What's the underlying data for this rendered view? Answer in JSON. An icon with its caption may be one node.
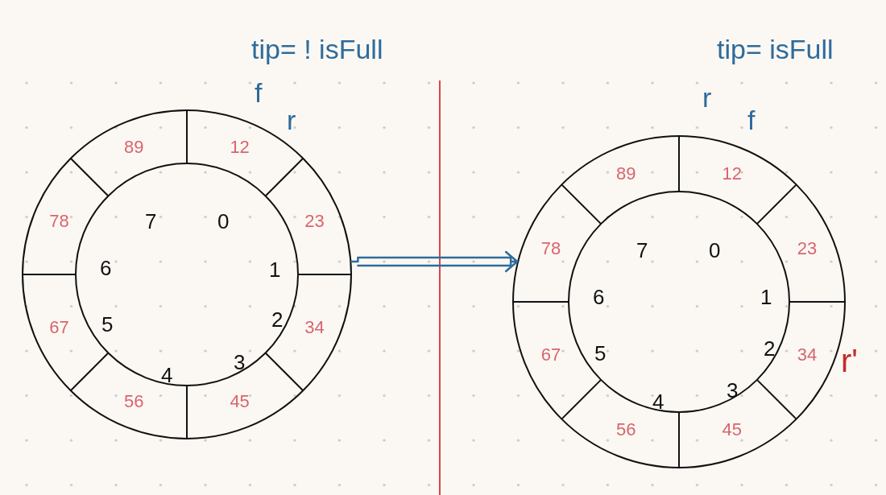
{
  "diagram": {
    "nodes": [
      {
        "text": [],
        "shape": "circle"
      },
      {
        "text": [
          "12"
        ],
        "in": 0
      },
      {
        "text": [
          "23"
        ],
        "in": 0
      },
      {
        "text": [
          "34"
        ],
        "in": 0
      },
      {
        "text": [
          "45"
        ],
        "in": 0
      },
      {
        "text": [
          "56"
        ],
        "in": 0
      },
      {
        "text": [
          "67"
        ],
        "in": 0
      },
      {
        "text": [
          "78"
        ],
        "in": 0
      },
      {
        "text": [
          "89"
        ],
        "in": 0
      },
      {
        "text": [],
        "shape": "circle"
      },
      {
        "text": [
          "12"
        ],
        "in": 9
      },
      {
        "text": [
          "23"
        ],
        "in": 9
      },
      {
        "text": [
          "34"
        ],
        "in": 9
      },
      {
        "text": [
          "45"
        ],
        "in": 9
      },
      {
        "text": [
          "56"
        ],
        "in": 9
      },
      {
        "text": [
          "67"
        ],
        "in": 9
      },
      {
        "text": [
          "78"
        ],
        "in": 9
      },
      {
        "text": [
          "89"
        ],
        "in": 9
      }
    ],
    "edges": [
      {
        "from": 0,
        "to": 9,
        "arrow": "to"
      }
    ],
    "labels": [
      "tip= ! isFull",
      "f",
      "r",
      "0",
      "1",
      "2",
      "3",
      "4",
      "5",
      "6",
      "7",
      "tip= isFull",
      "r",
      "f",
      "0",
      "1",
      "2",
      "3",
      "4",
      "5",
      "6",
      "7",
      "r'"
    ]
  }
}
